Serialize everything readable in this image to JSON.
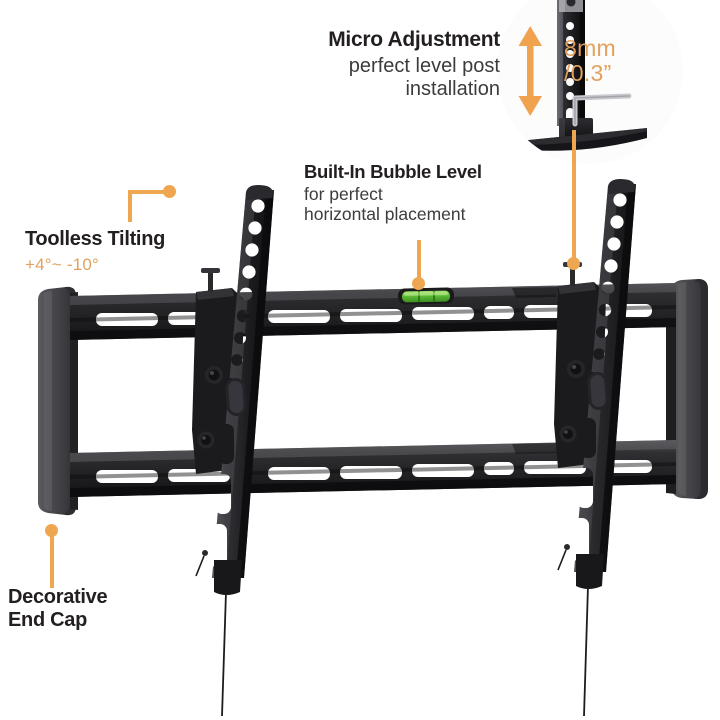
{
  "page": {
    "kind": "product-feature-infographic",
    "subject": "tilting-tv-wall-mount",
    "background_color": "#ffffff",
    "accent_color": "#efa650",
    "accent_text_color": "#e2a15c",
    "heading_color": "#231f20",
    "body_color": "#3c3c3c",
    "product_color": "#262626",
    "end_cap_color": "#4a4a4d",
    "bubble_level_color": "#5fbf3a"
  },
  "callouts": {
    "micro_adjustment": {
      "title": "Micro Adjustment",
      "subtitle_line1": "perfect level post",
      "subtitle_line2": "installation",
      "marker": "micro-adjustment-marker"
    },
    "bubble_level": {
      "title": "Built-In Bubble Level",
      "subtitle_line1": "for perfect",
      "subtitle_line2": "horizontal placement",
      "marker": "bubble-level-marker"
    },
    "toolless_tilting": {
      "title": "Toolless Tilting",
      "range": "+4°~ -10°",
      "marker": "toolless-tilting-marker"
    },
    "decorative_end_cap": {
      "title_line1": "Decorative",
      "title_line2": "End Cap",
      "marker": "end-cap-marker"
    }
  },
  "inset": {
    "name": "micro-adjustment-detail-circle",
    "measurement_line1": "8mm",
    "measurement_line2": "/0.3”",
    "arrow": "up-down-arrow",
    "tool": "allen-key",
    "rail": "perforated-vertical-rail"
  },
  "product": {
    "name": "tilting-tv-wall-mount",
    "parts": [
      "wall-plate-top-rail",
      "wall-plate-bottom-rail",
      "left-decorative-end-cap",
      "right-decorative-end-cap",
      "left-vertical-tv-arm",
      "right-vertical-tv-arm",
      "built-in-bubble-level",
      "tilt-lock-release-cord-left",
      "tilt-lock-release-cord-right"
    ]
  }
}
